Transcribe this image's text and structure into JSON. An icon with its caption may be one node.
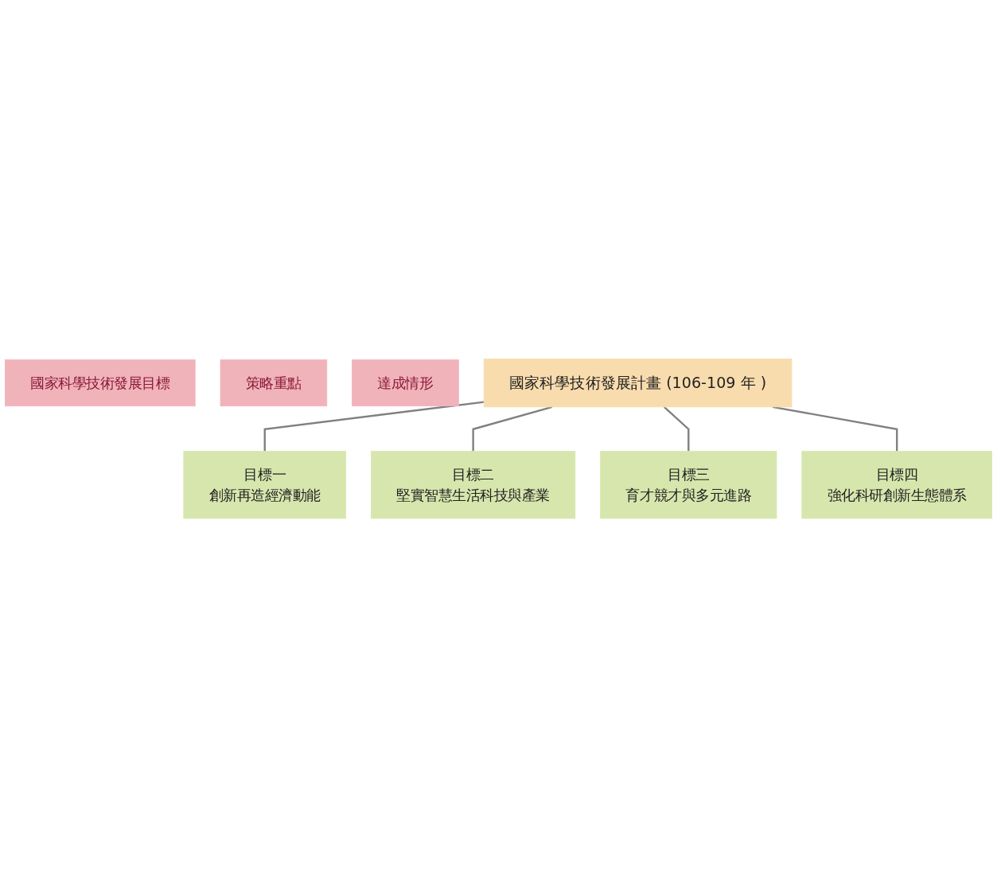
{
  "diagram": {
    "nodes": [
      {
        "text": [
          "國家科學技術發展目標"
        ]
      },
      {
        "text": [
          "策略重點"
        ]
      },
      {
        "text": [
          "達成情形"
        ]
      },
      {
        "text": [
          "國家科學技術發展計畫 (106-109 年 )"
        ]
      },
      {
        "text": [
          "目標一",
          "創新再造經濟動能"
        ]
      },
      {
        "text": [
          "目標二",
          "堅實智慧生活科技與產業"
        ]
      },
      {
        "text": [
          "目標三",
          "育才競才與多元進路"
        ]
      },
      {
        "text": [
          "目標四",
          "強化科研創新生態體系"
        ]
      }
    ],
    "edges": [
      {
        "from": 3,
        "to": 4,
        "arrow": "none"
      },
      {
        "from": 3,
        "to": 5,
        "arrow": "none"
      },
      {
        "from": 3,
        "to": 6,
        "arrow": "none"
      },
      {
        "from": 3,
        "to": 7,
        "arrow": "none"
      }
    ]
  }
}
